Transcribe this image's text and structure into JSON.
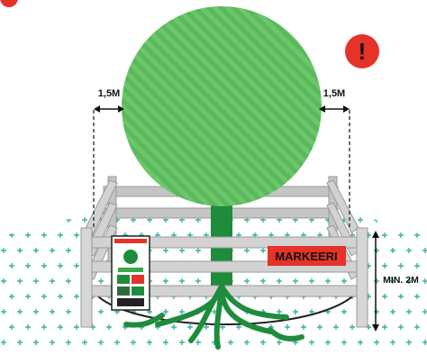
{
  "dimensions": {
    "left_clearance": "1,5M",
    "right_clearance": "1,5M",
    "fence_height": "MIN. 2M"
  },
  "marker_sign": {
    "text": "MARKEERI"
  },
  "warning_badge": {
    "symbol": "!"
  },
  "colors": {
    "canopy": "#5cb85c",
    "trunk": "#1e8c3c",
    "fence": "#c4c4c4",
    "grid": "#37b3a4",
    "accent": "#e63329"
  }
}
